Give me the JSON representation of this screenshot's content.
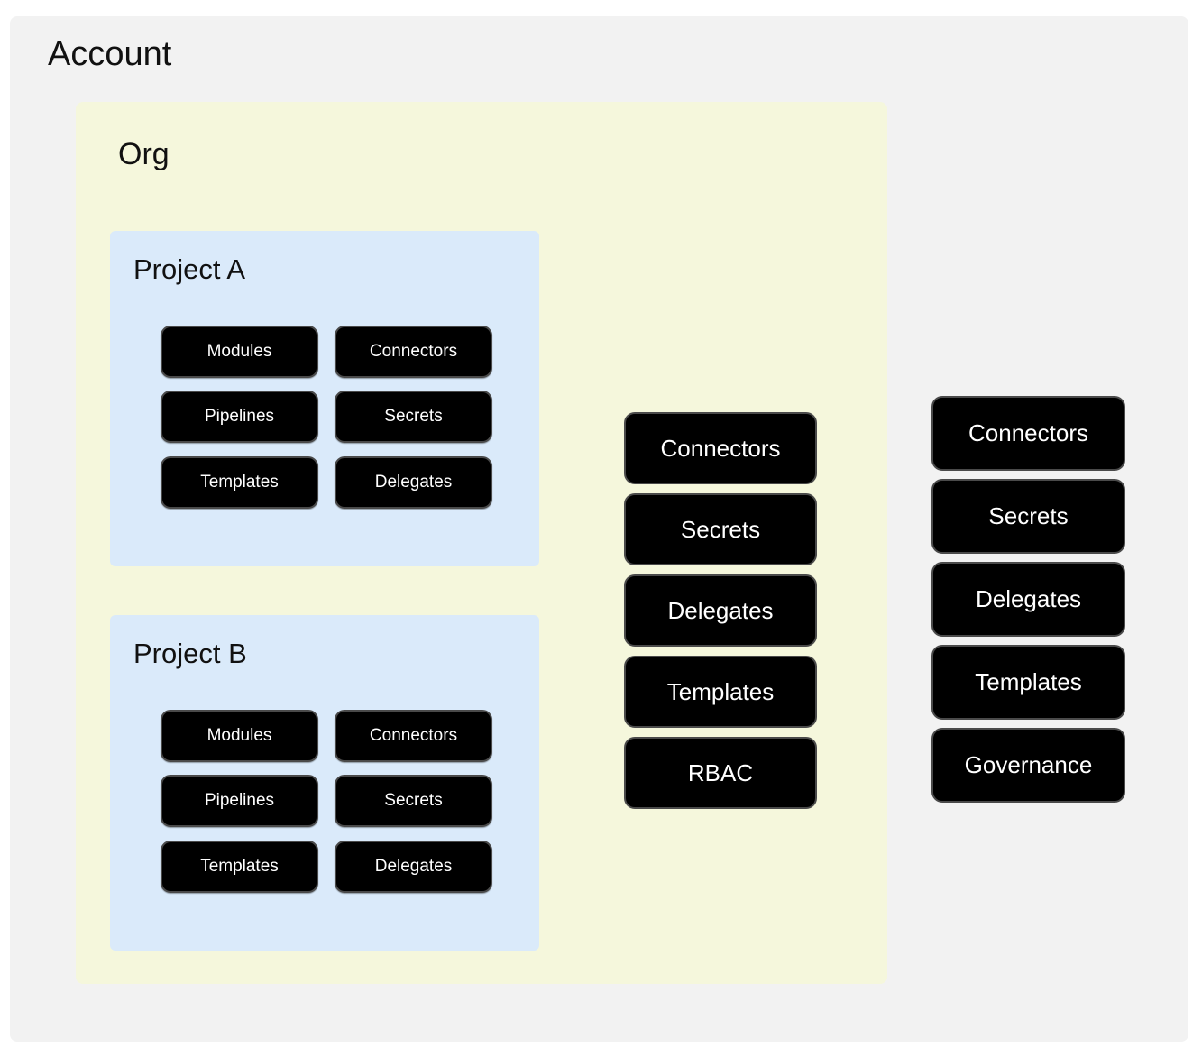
{
  "diagram": {
    "title_account": "Account",
    "title_org": "Org",
    "colors": {
      "account_bg": "#f2f2f2",
      "org_bg": "#f5f7dc",
      "project_bg": "#daeafa",
      "chip_bg": "#000000",
      "chip_border": "#4a4a4a",
      "chip_text": "#ffffff",
      "page_bg": "#ffffff"
    }
  },
  "projects": [
    {
      "name": "Project A",
      "chips": [
        {
          "row": 0,
          "col": 0,
          "label": "Modules"
        },
        {
          "row": 0,
          "col": 1,
          "label": "Connectors"
        },
        {
          "row": 1,
          "col": 0,
          "label": "Pipelines"
        },
        {
          "row": 1,
          "col": 1,
          "label": "Secrets"
        },
        {
          "row": 2,
          "col": 0,
          "label": "Templates"
        },
        {
          "row": 2,
          "col": 1,
          "label": "Delegates"
        }
      ]
    },
    {
      "name": "Project B",
      "chips": [
        {
          "row": 0,
          "col": 0,
          "label": "Modules"
        },
        {
          "row": 0,
          "col": 1,
          "label": "Connectors"
        },
        {
          "row": 1,
          "col": 0,
          "label": "Pipelines"
        },
        {
          "row": 1,
          "col": 1,
          "label": "Secrets"
        },
        {
          "row": 2,
          "col": 0,
          "label": "Templates"
        },
        {
          "row": 2,
          "col": 1,
          "label": "Delegates"
        }
      ]
    }
  ],
  "org_scope_chips": [
    {
      "label": "Connectors"
    },
    {
      "label": "Secrets"
    },
    {
      "label": "Delegates"
    },
    {
      "label": "Templates"
    },
    {
      "label": "RBAC"
    }
  ],
  "account_scope_chips": [
    {
      "label": "Connectors"
    },
    {
      "label": "Secrets"
    },
    {
      "label": "Delegates"
    },
    {
      "label": "Templates"
    },
    {
      "label": "Governance"
    }
  ]
}
